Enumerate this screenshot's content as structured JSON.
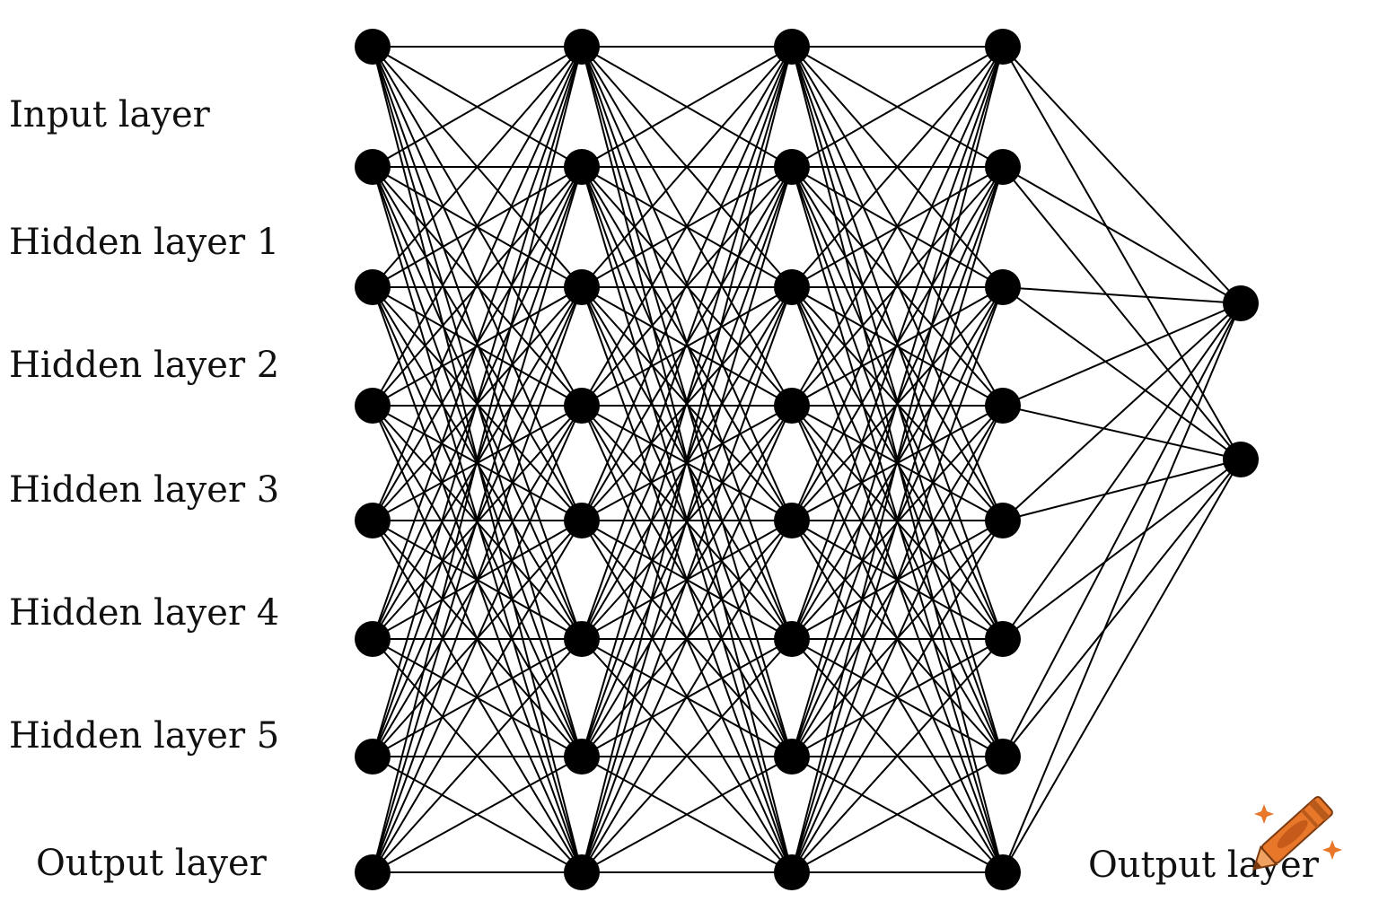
{
  "labels": {
    "input": "Input layer",
    "hidden_1": "Hidden layer 1",
    "hidden_2": "Hidden layer 2",
    "hidden_3": "Hidden layer 3",
    "hidden_4": "Hidden layer 4",
    "hidden_5": "Hidden layer 5",
    "output_left": "Output layer",
    "output_right": "Output layer"
  },
  "network": {
    "columns": [
      8,
      8,
      8,
      8,
      2
    ],
    "fully_connected": true
  },
  "colors": {
    "edge": "#000000",
    "node": "#000000",
    "background": "#ffffff",
    "crayon_accent": "#e8772a"
  },
  "icons": {
    "watermark": "crayon-icon"
  }
}
